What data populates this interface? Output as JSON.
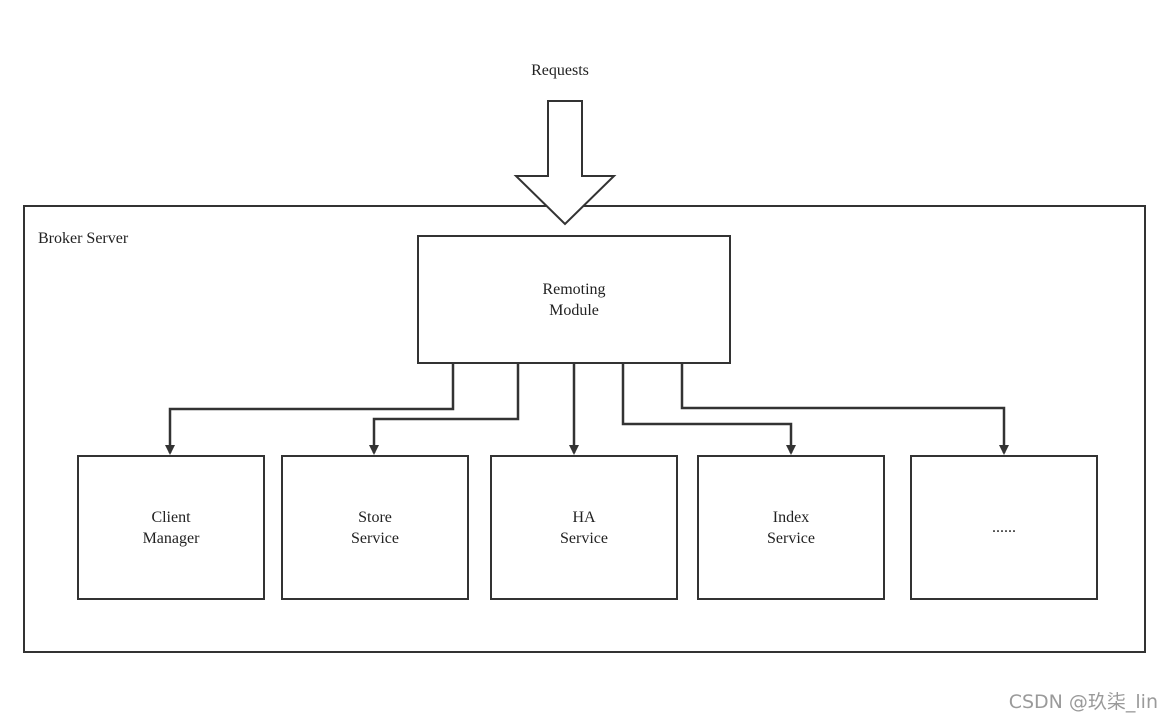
{
  "requests_label": "Requests",
  "container_label": "Broker Server",
  "remoting": {
    "line1": "Remoting",
    "line2": "Module"
  },
  "services": [
    {
      "line1": "Client",
      "line2": "Manager"
    },
    {
      "line1": "Store",
      "line2": "Service"
    },
    {
      "line1": "HA",
      "line2": "Service"
    },
    {
      "line1": "Index",
      "line2": "Service"
    },
    {
      "line1": "......",
      "line2": ""
    }
  ],
  "watermark": "CSDN @玖柒_lin",
  "colors": {
    "stroke": "#333333",
    "text": "#222222",
    "watermark": "#9a9a9a"
  }
}
